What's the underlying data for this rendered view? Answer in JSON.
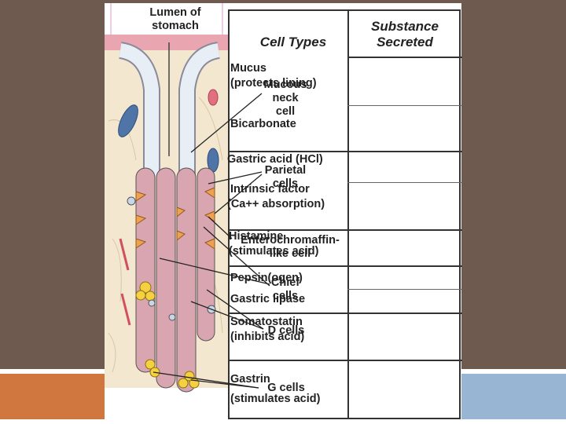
{
  "diagram": {
    "lumen_label": [
      "Lumen of",
      "stomach"
    ],
    "table": {
      "header_cell_types": "Cell Types",
      "header_substance": [
        "Substance",
        "Secreted"
      ],
      "cell_types": {
        "mucous": [
          "Mucous",
          "neck",
          "cell"
        ],
        "parietal": [
          "Parietal",
          "cells"
        ],
        "ecl": [
          "Enterochromaffin-",
          "like cell"
        ],
        "chief": [
          "Chief",
          "cells"
        ],
        "d": "D cells",
        "g": "G cells"
      },
      "substances": {
        "mucus": [
          "Mucus",
          "(protects lining)"
        ],
        "bicarbonate": "Bicarbonate",
        "gastric_acid": "Gastric acid (HCl)",
        "intrinsic": [
          "Intrinsic factor",
          "(Ca++ absorption)"
        ],
        "histamine": [
          "Histamine",
          "(stimulates acid)"
        ],
        "pepsin": "Pepsin(ogen)",
        "lipase": "Gastric lipase",
        "somatostatin": [
          "Somatostatin",
          "(inhibits acid)"
        ],
        "gastrin": [
          "Gastrin",
          "(stimulates acid)"
        ]
      }
    },
    "colors": {
      "background": "#6e5a4f",
      "accent_orange": "#d0763f",
      "accent_blue": "#98b5d4",
      "tissue": "#f4e7cf",
      "parietal_cell": "#f0a050",
      "chief_cell": "#f5d040",
      "mucous_cell": "#eee8f5"
    }
  }
}
